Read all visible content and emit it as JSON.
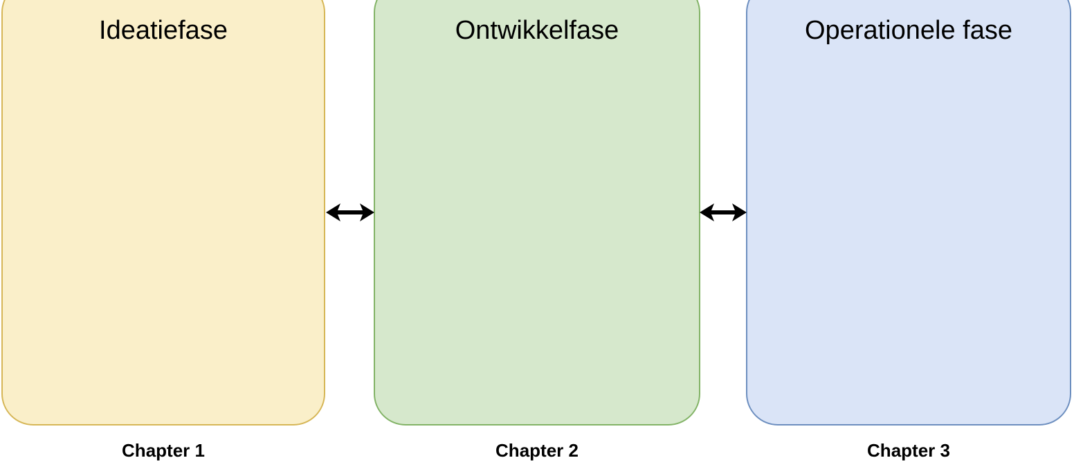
{
  "diagram": {
    "type": "phase-flow",
    "background_color": "#ffffff",
    "boxes": [
      {
        "id": "ideation",
        "title": "Ideatiefase",
        "caption": "Chapter 1",
        "fill_color": "#faefc9",
        "border_color": "#d6b656"
      },
      {
        "id": "development",
        "title": "Ontwikkelfase",
        "caption": "Chapter 2",
        "fill_color": "#d6e8cc",
        "border_color": "#82b366"
      },
      {
        "id": "operational",
        "title": "Operationele fase",
        "caption": "Chapter 3",
        "fill_color": "#dae4f7",
        "border_color": "#6c8ebf"
      }
    ],
    "connectors": [
      {
        "id": "ideation-development",
        "icon": "double-arrow-icon",
        "from": "ideation",
        "to": "development",
        "color": "#000000"
      },
      {
        "id": "development-operational",
        "icon": "double-arrow-icon",
        "from": "development",
        "to": "operational",
        "color": "#000000"
      }
    ]
  }
}
